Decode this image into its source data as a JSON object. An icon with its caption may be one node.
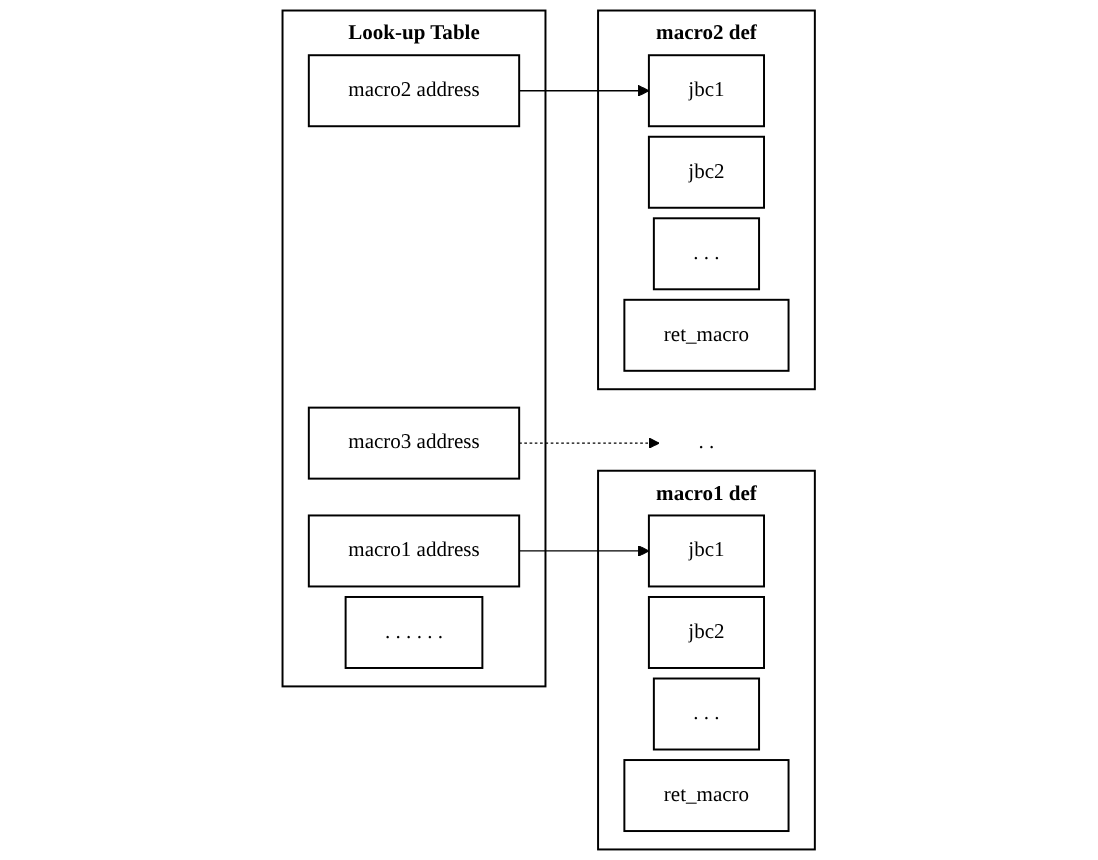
{
  "diagram": {
    "nodes": [
      {
        "text": [
          "Look-up Table"
        ]
      },
      {
        "text": [
          "macro1 address"
        ],
        "in": 0
      },
      {
        "text": [
          "macro2 address"
        ],
        "in": 0
      },
      {
        "text": [
          "macro3 address"
        ],
        "in": 0
      },
      {
        "text": [
          ". . . . . ."
        ],
        "in": 0
      },
      {
        "text": [
          "macro1 def"
        ]
      },
      {
        "text": [
          "jbc1"
        ],
        "in": 5
      },
      {
        "text": [
          "jbc2"
        ],
        "in": 5
      },
      {
        "text": [
          ". . ."
        ],
        "in": 5
      },
      {
        "text": [
          "ret_macro"
        ],
        "in": 5
      },
      {
        "text": [
          "macro2 def"
        ]
      },
      {
        "text": [
          "jbc1"
        ],
        "in": 10
      },
      {
        "text": [
          "jbc2"
        ],
        "in": 10
      },
      {
        "text": [
          ". . ."
        ],
        "in": 10
      },
      {
        "text": [
          "ret_macro"
        ],
        "in": 10
      },
      {
        "text": [
          ". ."
        ]
      }
    ],
    "edges": [
      {
        "from": 1,
        "to": 6,
        "arrow": "to"
      },
      {
        "from": 2,
        "to": 11,
        "arrow": "to"
      },
      {
        "from": 3,
        "to": 15,
        "arrow": "to",
        "style": "dashed"
      }
    ]
  }
}
